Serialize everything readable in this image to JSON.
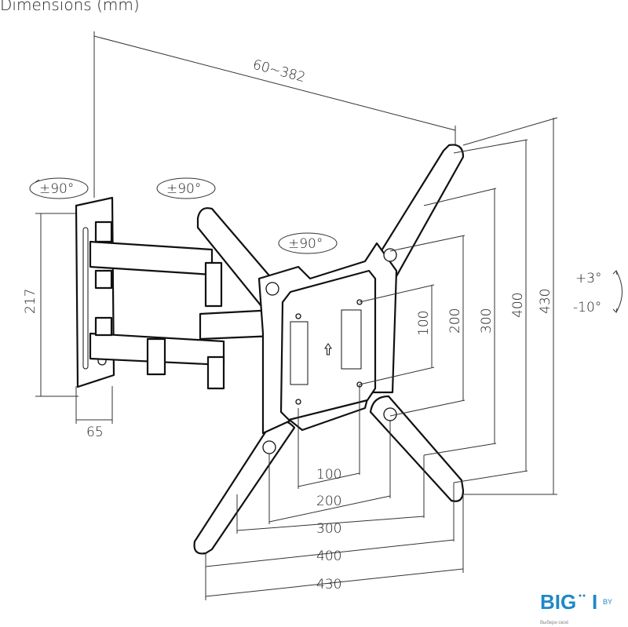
{
  "title": "Dimensions (mm)",
  "dimensions": {
    "arm_extension": "60~382",
    "wall_plate_height": "217",
    "wall_plate_width": "65",
    "horizontal": [
      "100",
      "200",
      "300",
      "400",
      "430"
    ],
    "vertical": [
      "100",
      "200",
      "300",
      "400",
      "430"
    ]
  },
  "rotations": [
    "±90°",
    "±90°",
    "±90°"
  ],
  "tilt": {
    "up": "+3°",
    "down": "-10°"
  },
  "logo": {
    "text": "BIGI",
    "suffix": "BY",
    "tagline": "Выбери своё",
    "color": "#1e88c8"
  }
}
